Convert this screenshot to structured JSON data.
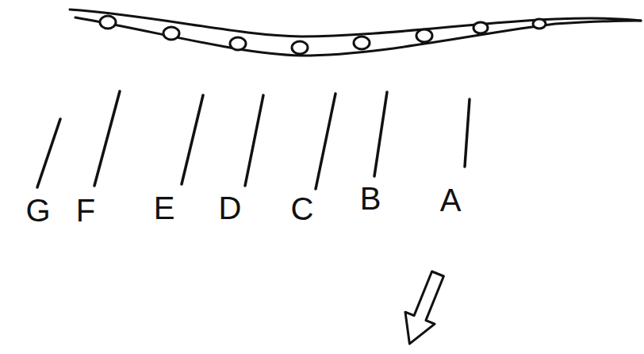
{
  "diagram": {
    "labels": [
      "G",
      "F",
      "E",
      "D",
      "C",
      "B",
      "A"
    ]
  }
}
